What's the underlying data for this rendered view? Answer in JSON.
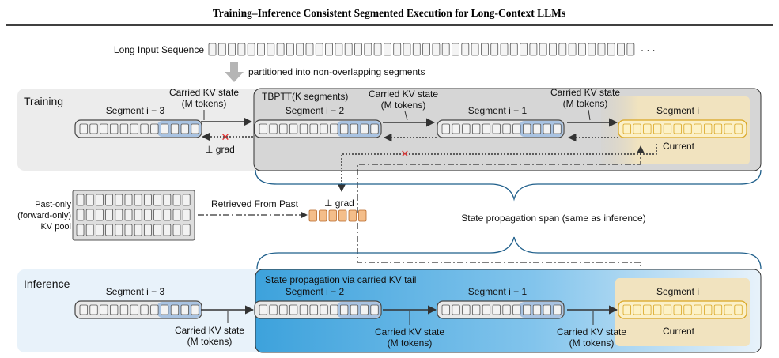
{
  "title": "Training–Inference Consistent Segmented Execution for Long-Context LLMs",
  "input": {
    "label": "Long Input Sequence",
    "ellipsis": "· · ·",
    "partition_label": "partitioned into non-overlapping segments"
  },
  "training": {
    "title": "Training",
    "tbptt_label": "TBPTT(K segments)",
    "carried_line1": "Carried KV state",
    "carried_line2": "(M tokens)",
    "stop_grad": "⊥ grad",
    "segments": [
      {
        "name": "Segment i − 3"
      },
      {
        "name": "Segment i − 2"
      },
      {
        "name": "Segment i − 1"
      },
      {
        "name": "Segment i",
        "sub": "Current"
      }
    ]
  },
  "pool": {
    "line1": "Past-only",
    "line2": "(forward-only)",
    "line3": "KV pool",
    "retrieved_label": "Retrieved From Past",
    "stop_grad": "⊥ grad"
  },
  "span_label": "State propagation span (same as inference)",
  "inference": {
    "title": "Inference",
    "propagation_label": "State propagation via carried KV tail",
    "carried_line1": "Carried KV state",
    "carried_line2": "(M tokens)",
    "segments": [
      {
        "name": "Segment i − 3"
      },
      {
        "name": "Segment i − 2"
      },
      {
        "name": "Segment i − 1"
      },
      {
        "name": "Segment i",
        "sub": "Current"
      }
    ]
  },
  "colors": {
    "training_bg": "#ececec",
    "tbptt_bg": "#d6d6d6",
    "inference_bg": "#e8f2fa",
    "carried_kv": "#a9c3e2",
    "current_bg": "#f6e8c4",
    "current_token": "#fdf2c6",
    "current_border": "#d9a520",
    "retrieved_token": "#f4be8a",
    "propagation_blue": "#4aa8de",
    "stop_x": "#e23030"
  }
}
